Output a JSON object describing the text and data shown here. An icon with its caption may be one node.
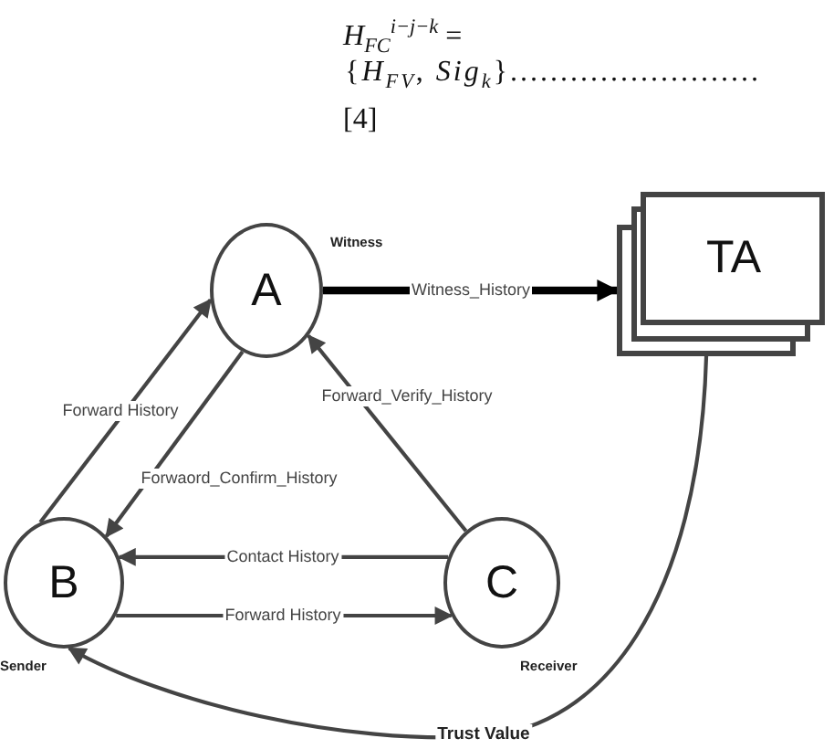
{
  "diagram": {
    "nodes": [
      {
        "text": [
          "A"
        ],
        "beside": [
          "Witness"
        ]
      },
      {
        "text": [
          "TA"
        ]
      },
      {
        "text": [
          "B"
        ],
        "beside": [
          "Sender"
        ]
      },
      {
        "text": [
          "C"
        ],
        "beside": [
          "Receiver"
        ]
      }
    ],
    "edges": [
      {
        "from": 0,
        "to": 1,
        "arrow": "to",
        "label": "Witness_History",
        "style": "thick",
        "color": "#000000"
      },
      {
        "from": 2,
        "to": 0,
        "arrow": "to",
        "label": "Forward History"
      },
      {
        "from": 0,
        "to": 2,
        "arrow": "to",
        "label": "Forwaord_Confirm_History"
      },
      {
        "from": 3,
        "to": 0,
        "arrow": "to",
        "label": "Forward_Verify_History"
      },
      {
        "from": 3,
        "to": 2,
        "arrow": "to",
        "label": "Contact History"
      },
      {
        "from": 2,
        "to": 3,
        "arrow": "to",
        "label": "Forward History"
      },
      {
        "from": 1,
        "to": 2,
        "arrow": "to",
        "label": "Trust Value"
      }
    ],
    "labels": [
      "*H*$_{FC}$$^{i−j−k}$ =",
      "{*H*$_{FV}$, *Sig*$_{k}$}.........................",
      "[4]"
    ]
  }
}
